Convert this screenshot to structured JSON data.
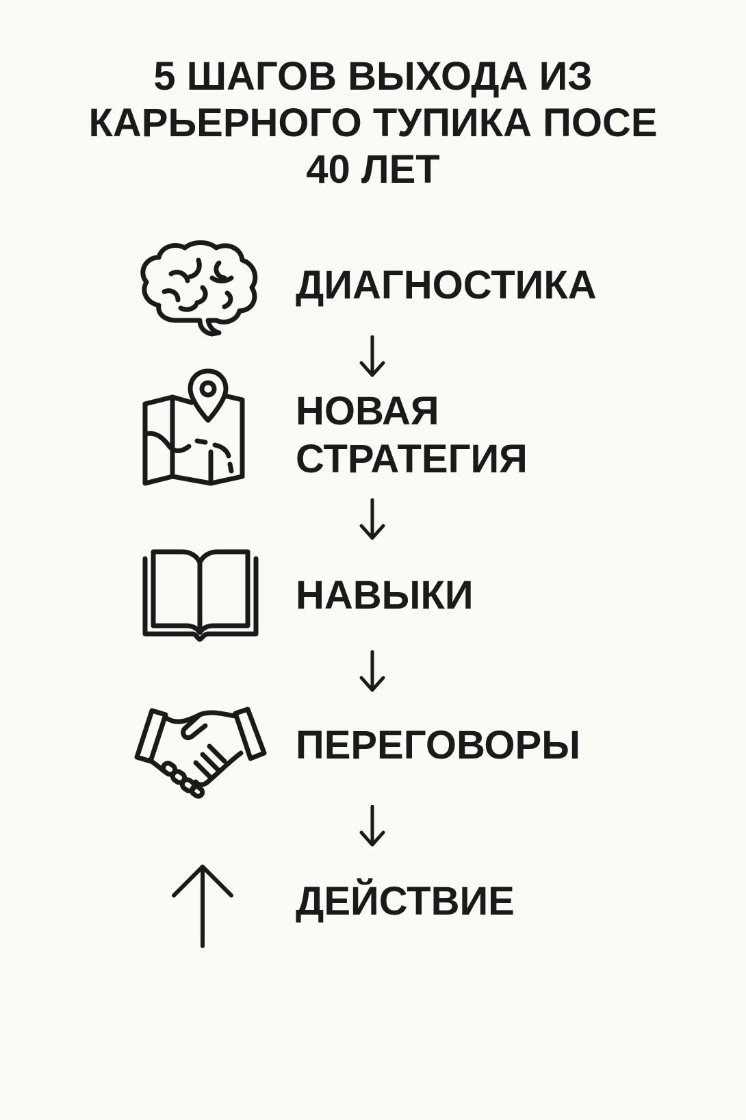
{
  "title": {
    "line1": "5 ШАГОВ ВЫХОДА ИЗ",
    "line2": "КАРЬЕРНОГО ТУПИКА ПОСЕ",
    "line3": "40 ЛЕТ"
  },
  "steps": [
    {
      "icon": "brain-icon",
      "label": "ДИАГНОСТИКА"
    },
    {
      "icon": "map-pin-icon",
      "label_line1": "НОВАЯ",
      "label_line2": "СТРАТЕГИЯ"
    },
    {
      "icon": "open-book-icon",
      "label": "НАВЫКИ"
    },
    {
      "icon": "handshake-icon",
      "label": "ПЕРЕГОВОРЫ"
    },
    {
      "icon": "arrow-up-icon",
      "label": "ДЕЙСТВИЕ"
    }
  ],
  "colors": {
    "background": "#fafaf7",
    "ink": "#1a1a1a"
  }
}
